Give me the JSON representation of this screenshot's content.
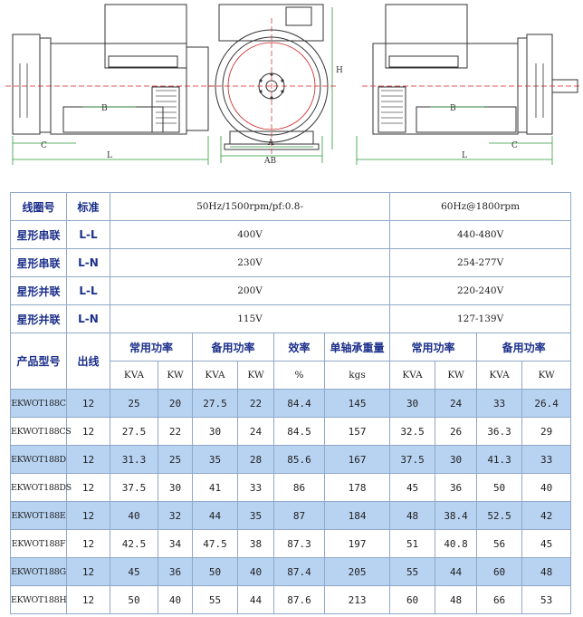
{
  "drawing": {
    "side_view_labels": {
      "b": "B",
      "c": "C",
      "l": "L"
    },
    "front_view_labels": {
      "h": "H",
      "a": "A",
      "ab": "AB"
    },
    "rear_view_labels": {
      "b": "B",
      "c": "C",
      "l": "L"
    }
  },
  "table": {
    "voltage_rows": [
      {
        "label": "线圈号",
        "conn": "标准",
        "v50": "50Hz/1500rpm/pf:0.8-",
        "v60": "60Hz@1800rpm",
        "kind": "header"
      },
      {
        "label": "星形串联",
        "conn": "L-L",
        "v50": "400V",
        "v60": "440-480V"
      },
      {
        "label": "星形串联",
        "conn": "L-N",
        "v50": "230V",
        "v60": "254-277V"
      },
      {
        "label": "星形并联",
        "conn": "L-L",
        "v50": "200V",
        "v60": "220-240V"
      },
      {
        "label": "星形并联",
        "conn": "L-N",
        "v50": "115V",
        "v60": "127-139V"
      }
    ],
    "header": {
      "model": "产品型号",
      "leads": "出线",
      "prime_50": "常用功率",
      "standby_50": "备用功率",
      "efficiency": "效率",
      "weight": "单轴承重量",
      "prime_60": "常用功率",
      "standby_60": "备用功率"
    },
    "units": [
      "KVA",
      "KW",
      "KVA",
      "KW",
      "%",
      "kgs",
      "KVA",
      "KW",
      "KVA",
      "KW"
    ],
    "rows": [
      {
        "model": "EKWOT188C",
        "leads": "12",
        "v": [
          "25",
          "20",
          "27.5",
          "22",
          "84.4",
          "145",
          "30",
          "24",
          "33",
          "26.4"
        ]
      },
      {
        "model": "EKWOT188CS",
        "leads": "12",
        "v": [
          "27.5",
          "22",
          "30",
          "24",
          "84.5",
          "157",
          "32.5",
          "26",
          "36.3",
          "29"
        ]
      },
      {
        "model": "EKWOT188D",
        "leads": "12",
        "v": [
          "31.3",
          "25",
          "35",
          "28",
          "85.6",
          "167",
          "37.5",
          "30",
          "41.3",
          "33"
        ]
      },
      {
        "model": "EKWOT188DS",
        "leads": "12",
        "v": [
          "37.5",
          "30",
          "41",
          "33",
          "86",
          "178",
          "45",
          "36",
          "50",
          "40"
        ]
      },
      {
        "model": "EKWOT188E",
        "leads": "12",
        "v": [
          "40",
          "32",
          "44",
          "35",
          "87",
          "184",
          "48",
          "38.4",
          "52.5",
          "42"
        ]
      },
      {
        "model": "EKWOT188F",
        "leads": "12",
        "v": [
          "42.5",
          "34",
          "47.5",
          "38",
          "87.3",
          "197",
          "51",
          "40.8",
          "56",
          "45"
        ]
      },
      {
        "model": "EKWOT188G",
        "leads": "12",
        "v": [
          "45",
          "36",
          "50",
          "40",
          "87.4",
          "205",
          "55",
          "44",
          "60",
          "48"
        ]
      },
      {
        "model": "EKWOT188H",
        "leads": "12",
        "v": [
          "50",
          "40",
          "55",
          "44",
          "87.6",
          "213",
          "60",
          "48",
          "66",
          "53"
        ]
      }
    ]
  },
  "colors": {
    "header_text": "#1b2f8a",
    "band": "#b8d3f2",
    "border": "#8fa8c8",
    "dimension": "#2a9a3a",
    "centerline": "#d02020"
  }
}
